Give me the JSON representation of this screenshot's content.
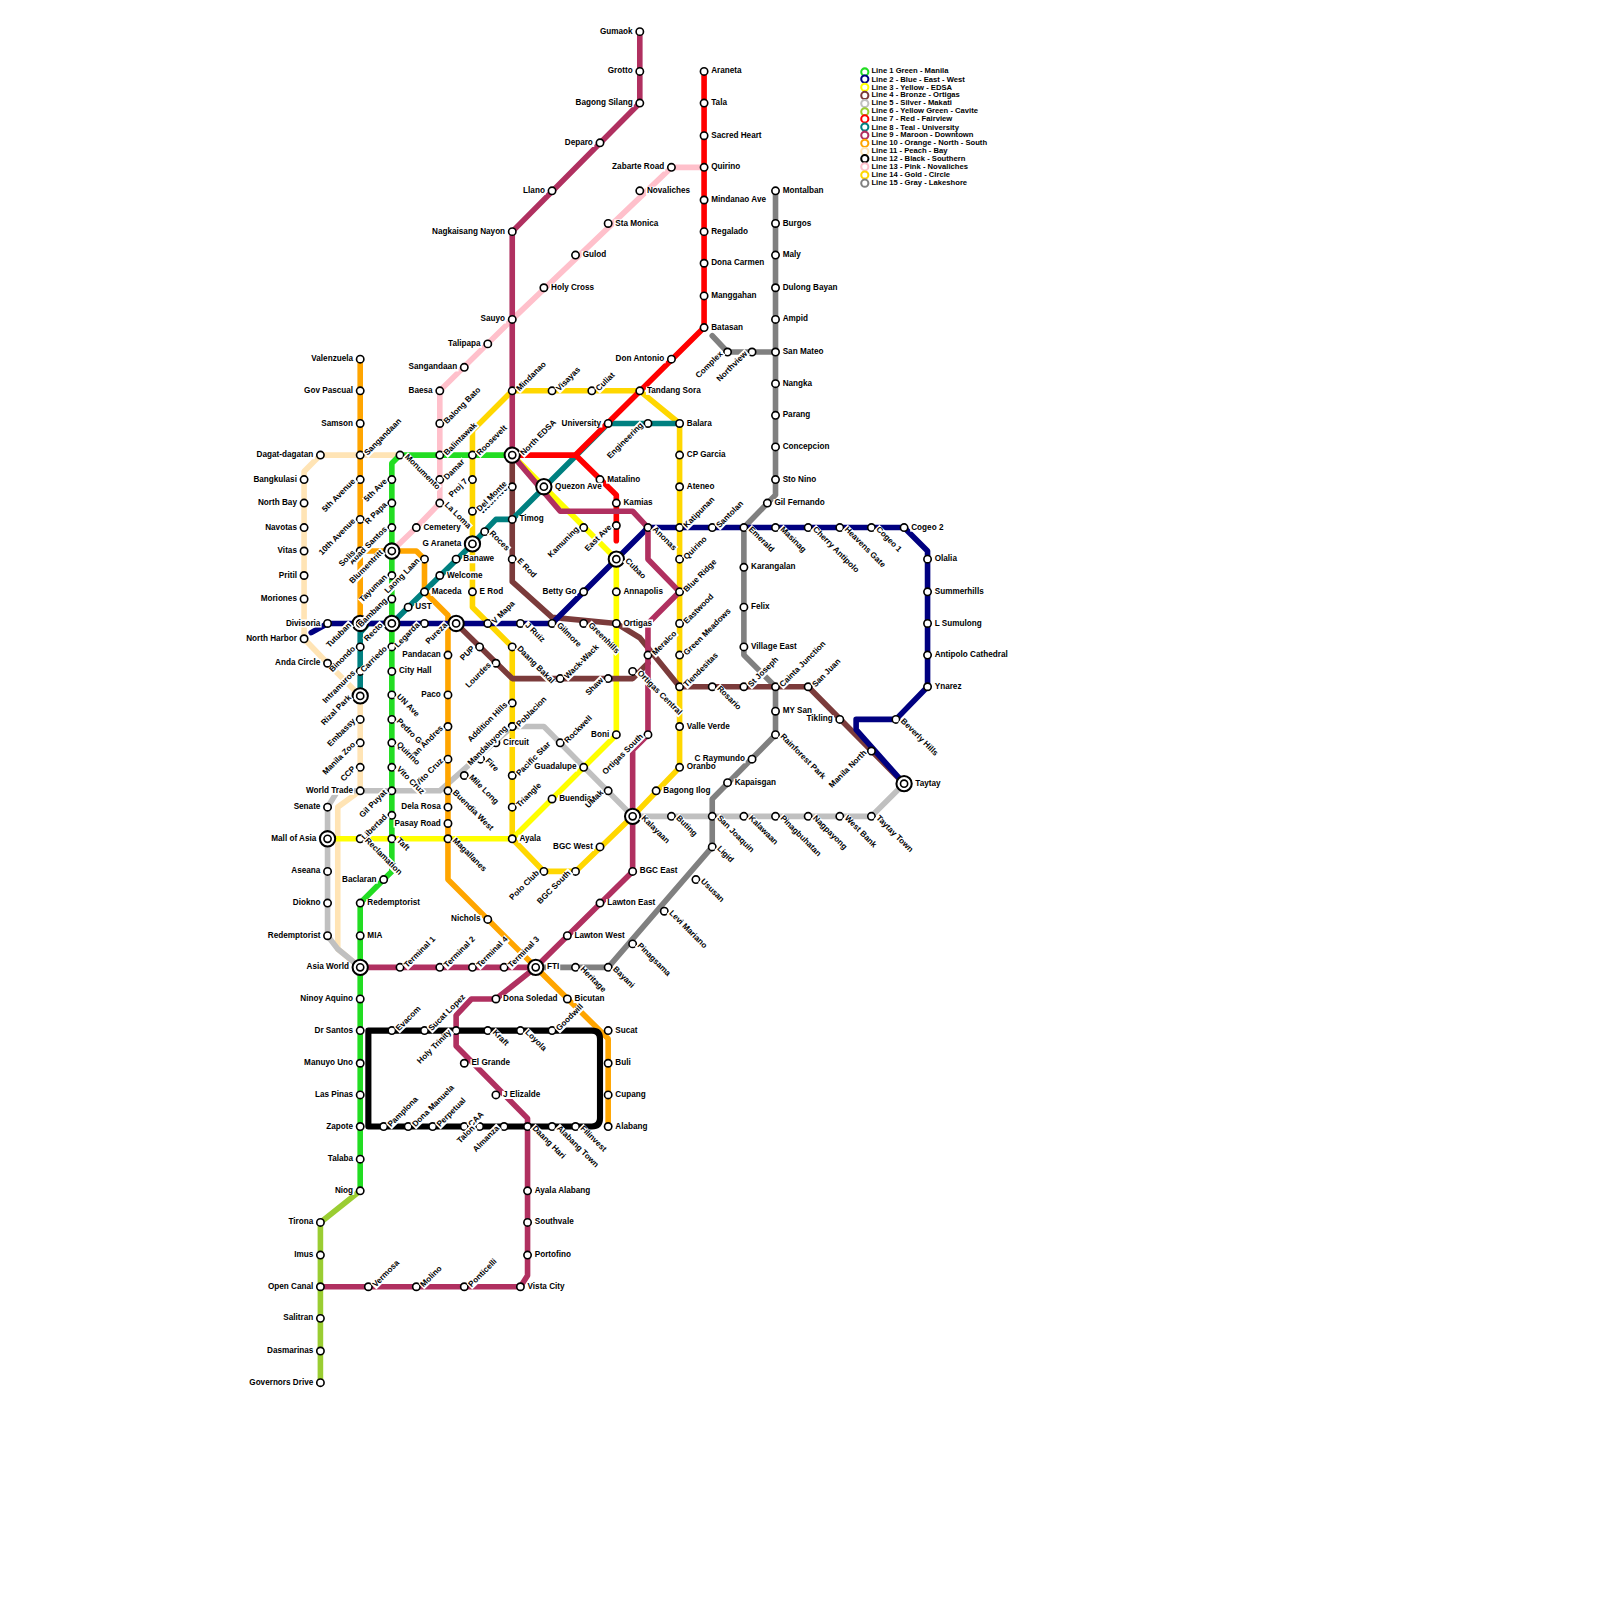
{
  "diagram": {
    "labels": [
      "Gumaok",
      "Grotto",
      "Bagong Silang",
      "Deparo",
      "Llano",
      "Nagkaisang Nayon",
      "Sauyo",
      "Araneta",
      "Tala",
      "Sacred Heart",
      "Quirino",
      "Mindanao Ave",
      "Regalado",
      "Dona Carmen",
      "Manggahan",
      "Batasan",
      "Zabarte Road",
      "Novaliches",
      "Sta Monica",
      "Gulod",
      "Holy Cross",
      "Talipapa",
      "Sangandaan",
      "Baesa",
      "Balong Bato",
      "Montalban",
      "Burgos",
      "Maly",
      "Dulong Bayan",
      "Ampid",
      "San Mateo",
      "Northview",
      "Complex",
      "Nangka",
      "Parang",
      "Concepcion",
      "Sto Nino",
      "Gil Fernando",
      "Don Antonio",
      "Tandang Sora",
      "Mindanao",
      "Visayas",
      "Culiat",
      "University",
      "Engineering",
      "Balara",
      "CP Garcia",
      "Ateneo",
      "Valenzuela",
      "Gov Pascual",
      "Samson",
      "Dagat-dagatan",
      "Sangandaan",
      "Monumento",
      "Balintawak",
      "Roosevelt",
      "North EDSA",
      "Bangkulasi",
      "5th Avenue",
      "5th Ave",
      "Damar",
      "Proj 7",
      "Matalino",
      "Quezon Ave",
      "West Ave",
      "Del Monte",
      "North Bay",
      "R Papa",
      "La Loma",
      "Kamias",
      "Navotas",
      "10th Avenue",
      "Abad Santos",
      "Cemetery",
      "Timog",
      "Roces",
      "Kamuning",
      "East Ave",
      "Anonas",
      "Katipunan",
      "Santolan",
      "Emerald",
      "Masinag",
      "Cherry Antipolo",
      "Heavens Gate",
      "Cogeo 1",
      "Cogeo 2",
      "Vitas",
      "Solis",
      "Blumentritt",
      "Laong Laan",
      "G Araneta",
      "Banawe",
      "E Rod",
      "Cubao",
      "Quirino",
      "Olalia",
      "Karangalan",
      "Pritil",
      "Tayuman",
      "Welcome",
      "Maceda",
      "E Rod",
      "Betty Go",
      "Annapolis",
      "Blue Ridge",
      "Summerhills",
      "Moriones",
      "Bambang",
      "UST",
      "V Mapa",
      "Felix",
      "Divisoria",
      "Tutuban",
      "Recto",
      "Legarda",
      "Pureza",
      "J Ruiz",
      "Gilmore",
      "Greenhills",
      "Ortigas",
      "Eastwood",
      "L Sumulong",
      "North Harbor",
      "Binondo",
      "Carriedo",
      "PUP",
      "Daang Bakal",
      "Village East",
      "Pandacan",
      "Meralco",
      "Green Meadows",
      "Antipolo Cathedral",
      "Anda Circle",
      "Intramuros",
      "City Hall",
      "Lourdes",
      "Wack-Wack",
      "Shaw",
      "Ortigas Central",
      "Tiendesitas",
      "Rosario",
      "St Joseph",
      "Cainta Junction",
      "San Juan",
      "Ynarez",
      "Rizal Park",
      "UN Ave",
      "Paco",
      "Addition Hills",
      "MY San",
      "Embassy",
      "Pedro Gil",
      "Tikling",
      "Beverly Hills",
      "San Andres",
      "Mandaluyong",
      "Poblacion",
      "Valle Verde",
      "Boni",
      "Rockwell",
      "Circuit",
      "Ortigas South",
      "Rainforest Park",
      "Manila Zoo",
      "Quirino",
      "Manila North",
      "C Raymundo",
      "Vito Cruz",
      "Fire",
      "CCP",
      "Vito Cruz",
      "Pacific Star",
      "Guadalupe",
      "Oranbo",
      "Mile Long",
      "Kapaisgan",
      "Taytay",
      "World Trade",
      "Gil Puyat",
      "Buendia West",
      "Buendia",
      "UMak",
      "Bagong Ilog",
      "Senate",
      "Libertad",
      "Dela Rosa",
      "Triangle",
      "Pasay Road",
      "Kalayaan",
      "Buting",
      "San Joaquin",
      "Kalawaan",
      "Pinagbuhatan",
      "Nagpayong",
      "West Bank",
      "Taytay Town",
      "Mall of Asia",
      "Reclamation",
      "Taft",
      "Magallanes",
      "Ayala",
      "BGC West",
      "Ligid",
      "Aseana",
      "Polo Club",
      "BGC South",
      "BGC East",
      "Baclaran",
      "Ususan",
      "Diokno",
      "Redemptorist",
      "Lawton East",
      "Levi Mariano",
      "Nichols",
      "Redemptorist",
      "MIA",
      "Lawton West",
      "Pinagsama",
      "Asia World",
      "Terminal 1",
      "Terminal 2",
      "Terminal 4",
      "Terminal 3",
      "FTI",
      "Heritage",
      "Bayani",
      "Ninoy Aquino",
      "Dona Soledad",
      "Bicutan",
      "Dr Santos",
      "Evacom",
      "Sucat Lopez",
      "Holy Trinity",
      "Kraft",
      "Loyola",
      "Goodwill",
      "Sucat",
      "Manuyo Uno",
      "El Grande",
      "Buli",
      "Las Pinas",
      "J Elizalde",
      "Cupang",
      "Zapote",
      "Pamplona",
      "Dona Manuela",
      "Perpetual",
      "CAA",
      "Talon",
      "Almanza",
      "Daang Hari",
      "Alabang Town",
      "Filinvest",
      "Alabang",
      "Talaba",
      "Ayala Alabang",
      "Niog",
      "Tirona",
      "Southvale",
      "Imus",
      "Portofino",
      "Open Canal",
      "Vermosa",
      "Molino",
      "Ponticelli",
      "Vista City",
      "Salitran",
      "Dasmarinas",
      "Governors Drive"
    ],
    "legend": [
      {
        "text": "Line 1 Green - Manila",
        "color": "#22dd22"
      },
      {
        "text": "Line 2 - Blue - East - West",
        "color": "#000080"
      },
      {
        "text": "Line 3 - Yellow - EDSA",
        "color": "#ffff00"
      },
      {
        "text": "Line 4 - Bronze - Ortigas",
        "color": "#7b3b3b"
      },
      {
        "text": "Line 5 - Silver - Makati",
        "color": "#c0c0c0"
      },
      {
        "text": "Line 6 - Yellow Green - Cavite",
        "color": "#9acd32"
      },
      {
        "text": "Line 7 - Red - Fairview",
        "color": "#ff0000"
      },
      {
        "text": "Line 8 - Teal - University",
        "color": "#008080"
      },
      {
        "text": "Line 9 - Maroon - Downtown",
        "color": "#b03060"
      },
      {
        "text": "Line 10 - Orange - North - South",
        "color": "#ffa500"
      },
      {
        "text": "Line 11 - Peach - Bay",
        "color": "#ffe4b5"
      },
      {
        "text": "Line 12 - Black - Southern",
        "color": "#000000"
      },
      {
        "text": "Line 13 - Pink - Novaliches",
        "color": "#ffc0cb"
      },
      {
        "text": "Line 14 - Gold - Circle",
        "color": "#ffd700"
      },
      {
        "text": "Line 15 - Gray - Lakeshore",
        "color": "#808080"
      }
    ]
  }
}
